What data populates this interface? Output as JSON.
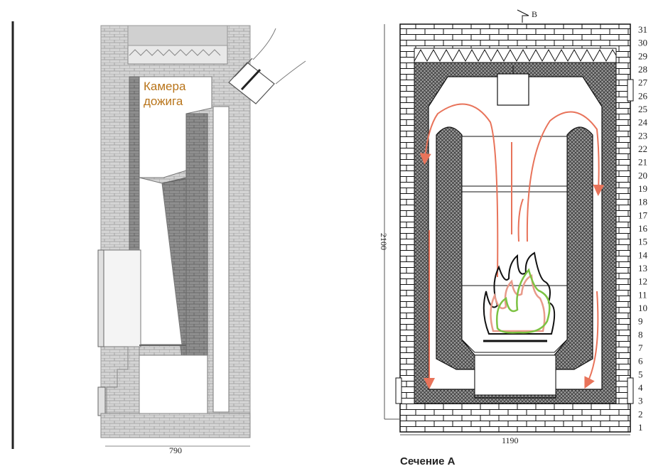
{
  "left_view": {
    "chamber_label_line1": "Камера",
    "chamber_label_line2": "дожига",
    "width_dim": "790"
  },
  "right_view": {
    "top_marker": "В",
    "height_dim": "2100",
    "width_dim": "1190",
    "caption": "Сечение А",
    "row_numbers": [
      "1",
      "2",
      "3",
      "4",
      "5",
      "6",
      "7",
      "8",
      "9",
      "10",
      "11",
      "12",
      "13",
      "14",
      "15",
      "16",
      "17",
      "18",
      "19",
      "20",
      "21",
      "22",
      "23",
      "24",
      "25",
      "26",
      "27",
      "28",
      "29",
      "30",
      "31"
    ]
  },
  "colors": {
    "brick_fill": "#b9b9b9",
    "hatch": "#444444",
    "flow_arrow": "#e8735a",
    "flame_outline": "#111111",
    "flame_green": "#7cc242",
    "flame_pink": "#e89a8a",
    "label_orange": "#b8741a"
  }
}
